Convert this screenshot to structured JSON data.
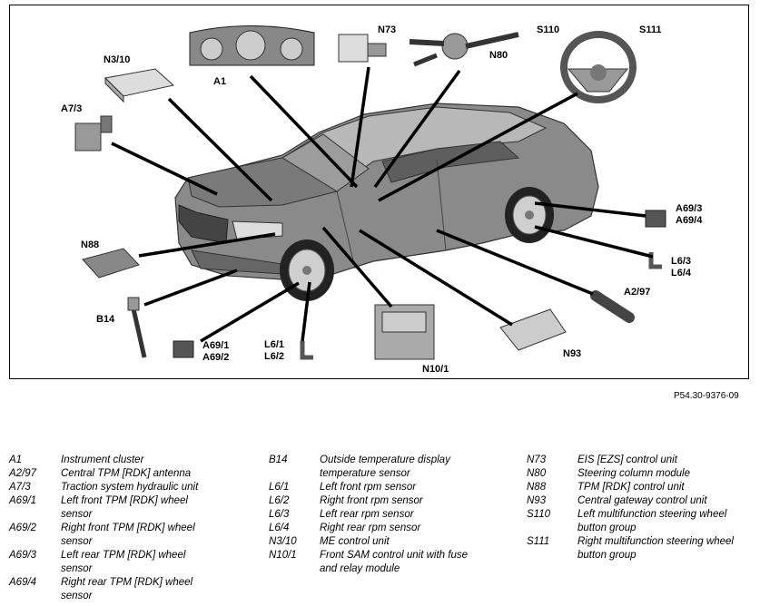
{
  "diagram": {
    "callouts": [
      {
        "id": "A1",
        "label": "A1"
      },
      {
        "id": "N3/10",
        "label": "N3/10"
      },
      {
        "id": "A7/3",
        "label": "A7/3"
      },
      {
        "id": "N73",
        "label": "N73"
      },
      {
        "id": "N80",
        "label": "N80"
      },
      {
        "id": "S110",
        "label": "S110"
      },
      {
        "id": "S111",
        "label": "S111"
      },
      {
        "id": "A69/3",
        "label": "A69/3"
      },
      {
        "id": "A69/4",
        "label": "A69/4"
      },
      {
        "id": "L6/3",
        "label": "L6/3"
      },
      {
        "id": "L6/4",
        "label": "L6/4"
      },
      {
        "id": "A2/97",
        "label": "A2/97"
      },
      {
        "id": "N93",
        "label": "N93"
      },
      {
        "id": "N10/1",
        "label": "N10/1"
      },
      {
        "id": "L6/1",
        "label": "L6/1"
      },
      {
        "id": "L6/2",
        "label": "L6/2"
      },
      {
        "id": "A69/1",
        "label": "A69/1"
      },
      {
        "id": "A69/2",
        "label": "A69/2"
      },
      {
        "id": "B14",
        "label": "B14"
      },
      {
        "id": "N88",
        "label": "N88"
      }
    ]
  },
  "figure_ref": "P54.30-9376-09",
  "legend": {
    "col1": [
      {
        "code": "A1",
        "desc": "Instrument cluster"
      },
      {
        "code": "A2/97",
        "desc": "Central TPM [RDK] antenna"
      },
      {
        "code": "A7/3",
        "desc": "Traction system hydraulic unit"
      },
      {
        "code": "A69/1",
        "desc": "Left front TPM [RDK] wheel sensor"
      },
      {
        "code": "A69/2",
        "desc": "Right front TPM [RDK] wheel sensor"
      },
      {
        "code": "A69/3",
        "desc": "Left rear TPM [RDK] wheel sensor"
      },
      {
        "code": "A69/4",
        "desc": "Right rear TPM [RDK] wheel sensor"
      }
    ],
    "col2": [
      {
        "code": "B14",
        "desc": "Outside temperature display temperature sensor"
      },
      {
        "code": "L6/1",
        "desc": "Left front rpm sensor"
      },
      {
        "code": "L6/2",
        "desc": "Right front rpm sensor"
      },
      {
        "code": "L6/3",
        "desc": "Left rear rpm sensor"
      },
      {
        "code": "L6/4",
        "desc": "Right rear rpm sensor"
      },
      {
        "code": "N3/10",
        "desc": "ME control unit"
      },
      {
        "code": "N10/1",
        "desc": "Front SAM control unit with fuse and relay module"
      }
    ],
    "col3": [
      {
        "code": "N73",
        "desc": "EIS [EZS] control unit"
      },
      {
        "code": "N80",
        "desc": "Steering column module"
      },
      {
        "code": "N88",
        "desc": "TPM [RDK] control unit"
      },
      {
        "code": "N93",
        "desc": "Central gateway control unit"
      },
      {
        "code": "S110",
        "desc": "Left multifunction steering wheel button group"
      },
      {
        "code": "S111",
        "desc": "Right multifunction steering wheel button group"
      }
    ]
  }
}
